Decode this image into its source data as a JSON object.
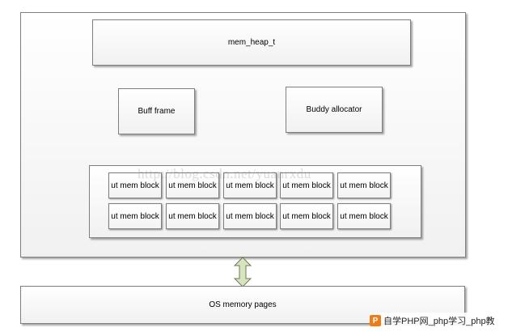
{
  "diagram": {
    "heap_label": "mem_heap_t",
    "buff_label": "Buff frame",
    "buddy_label": "Buddy allocator",
    "blocks": {
      "rows": [
        [
          "ut mem block",
          "ut mem block",
          "ut mem block",
          "ut mem block",
          "ut mem block"
        ],
        [
          "ut mem block",
          "ut mem block",
          "ut mem block",
          "ut mem block",
          "ut mem block"
        ]
      ]
    },
    "os_label": "OS memory pages",
    "arrow": "double-headed vertical arrow",
    "colors": {
      "border": "#7f7f7f",
      "arrow_fill": "#d7e4bd",
      "arrow_stroke": "#6f7a52"
    }
  },
  "watermark": {
    "text": "http://blog.csdn.net/yuanrxdu",
    "badge_logo": "P",
    "badge_text": "自学PHP网_php学习_php教"
  }
}
